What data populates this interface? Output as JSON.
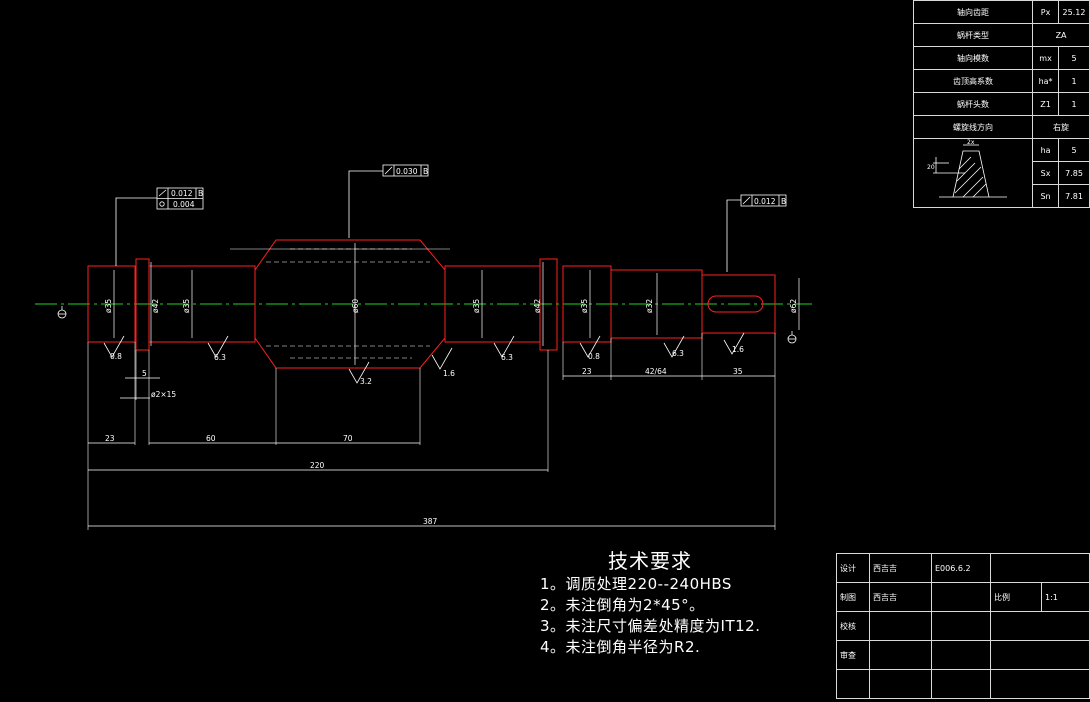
{
  "colors": {
    "background": "#000000",
    "outline": "#ff2020",
    "centerline": "#20d020",
    "line": "#ffffff"
  },
  "dims": {
    "d_left1": "ø35",
    "d_collar": "ø42",
    "d_left2": "ø35",
    "d_mid": "ø60",
    "d_right1": "ø35",
    "d_right_collar": "ø42",
    "d_right2": "ø35",
    "d_right3": "ø32",
    "d_end": "ø62",
    "l_23a": "23",
    "l_60": "60",
    "l_70": "70",
    "l_220": "220",
    "l_387": "387",
    "l_5": "5",
    "chamfer": "ø2×15",
    "l_23b": "23",
    "l_4264": "42/64",
    "l_35": "35"
  },
  "rough": {
    "r1": "0.8",
    "r2": "6.3",
    "r3": "3.2",
    "r4": "1.6",
    "r5": "6.3",
    "r6": "0.8",
    "r7": "6.3",
    "r8": "1.6"
  },
  "tol": {
    "t1_val": "0.012",
    "t1_ref": "B",
    "t2_val": "0.004",
    "t3_val": "0.030",
    "t3_ref": "B",
    "t4_val": "0.012",
    "t4_ref": "B"
  },
  "params": {
    "rows": [
      {
        "label": "轴向齿距",
        "sym": "Px",
        "val": "25.12"
      },
      {
        "label": "蜗杆类型",
        "sym": "",
        "val": "ZA"
      },
      {
        "label": "轴向模数",
        "sym": "mx",
        "val": "5"
      },
      {
        "label": "齿顶高系数",
        "sym": "ha*",
        "val": "1"
      },
      {
        "label": "蜗杆头数",
        "sym": "Z1",
        "val": "1"
      },
      {
        "label": "螺旋线方向",
        "sym": "",
        "val": "右旋"
      }
    ],
    "profile_rows": [
      {
        "sym": "ha",
        "val": "5"
      },
      {
        "sym": "Sx",
        "val": "7.85"
      },
      {
        "sym": "Sn",
        "val": "7.81"
      }
    ],
    "profile_label_a": "2x",
    "profile_label_b": "20"
  },
  "tech": {
    "heading": "技术要求",
    "items": [
      "1。调质处理220--240HBS",
      "2。未注倒角为2*45°。",
      "3。未注尺寸偏差处精度为IT12.",
      "4。未注倒角半径为R2."
    ]
  },
  "title_block": {
    "design_label": "设计",
    "design_name": "西吉吉",
    "drawing_no": "E006.6.2",
    "draw_label": "制图",
    "draw_name": "西吉吉",
    "check_label": "校核",
    "scale_label": "比例",
    "scale_value": "1:1",
    "review_label": "审查"
  }
}
